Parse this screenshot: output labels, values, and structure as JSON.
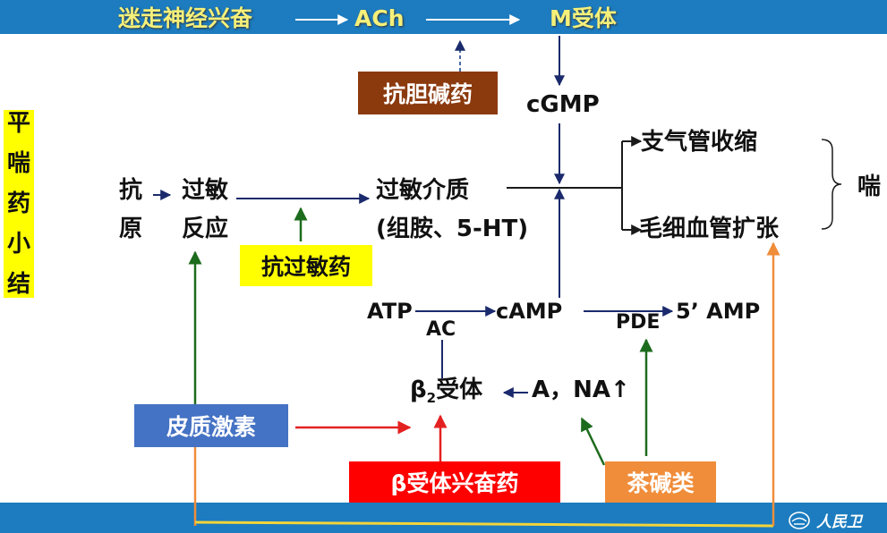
{
  "colors": {
    "band": "#1c7cbf",
    "header_text": "#f5f07a",
    "black_arrow": "#1a1a1a",
    "navy_arrow": "#1a2a6c",
    "green_arrow": "#1d6b1d",
    "red_arrow": "#e42121",
    "orange_arrow": "#f08d3a",
    "yellow_line": "#f2d43a",
    "anticholinergic_box": "#8b3a0e",
    "antiallergic_box": "#ffff00",
    "corticosteroid_box": "#4472c4",
    "beta_agonist_box": "#ff0000",
    "theophylline_box": "#f08d3a"
  },
  "header": {
    "vagus": "迷走神经兴奋",
    "ach": "ACh",
    "m_receptor": "M受体"
  },
  "side_title": [
    "平",
    "喘",
    "药",
    "小",
    "结"
  ],
  "nodes": {
    "antigen_1": "抗",
    "antigen_2": "原",
    "allergy_1": "过敏",
    "allergy_2": "反应",
    "mediator_1": "过敏介质",
    "mediator_2": "(组胺、5-HT)",
    "cgmp": "cGMP",
    "atp": "ATP",
    "ac": "AC",
    "camp": "cAMP",
    "pde": "PDE",
    "amp": "5’ AMP",
    "beta2_receptor": "受体",
    "beta_symbol": "β",
    "beta_sub": "2",
    "a_na": "A，NA↑",
    "effect_bronchus": "支气管收缩",
    "effect_capillary": "毛细血管扩张",
    "asthma": "喘"
  },
  "drugs": {
    "anticholinergic": "抗胆碱药",
    "antiallergic": "抗过敏药",
    "corticosteroid": "皮质激素",
    "beta_agonist": "β受体兴奋药",
    "theophylline": "茶碱类"
  },
  "footer": {
    "logo_text": "人民卫",
    "logo_icon": "publisher-logo-icon"
  }
}
